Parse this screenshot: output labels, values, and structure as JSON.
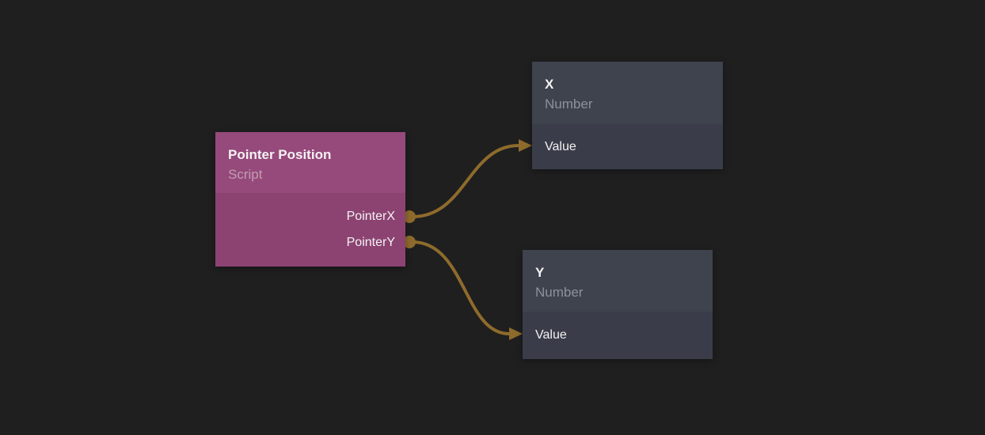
{
  "colors": {
    "bg": "#1f1f1f",
    "wire": "#8e6b2c",
    "pink_header": "#96497b",
    "pink_body": "#8c4372",
    "slate_header": "#3f434e",
    "slate_body": "#3a3d49",
    "title_text": "#f4f2f4",
    "pink_subtitle_text": "#bf9fb3",
    "slate_subtitle_text": "#8c919b",
    "port_text": "#f3f1f3"
  },
  "nodes": {
    "pointer_position": {
      "title": "Pointer Position",
      "subtitle": "Script",
      "outputs": [
        {
          "label": "PointerX"
        },
        {
          "label": "PointerY"
        }
      ]
    },
    "x": {
      "title": "X",
      "subtitle": "Number",
      "inputs": [
        {
          "label": "Value"
        }
      ]
    },
    "y": {
      "title": "Y",
      "subtitle": "Number",
      "inputs": [
        {
          "label": "Value"
        }
      ]
    }
  },
  "connections": [
    {
      "from": "Pointer Position.PointerX",
      "to": "X.Value"
    },
    {
      "from": "Pointer Position.PointerY",
      "to": "Y.Value"
    }
  ]
}
